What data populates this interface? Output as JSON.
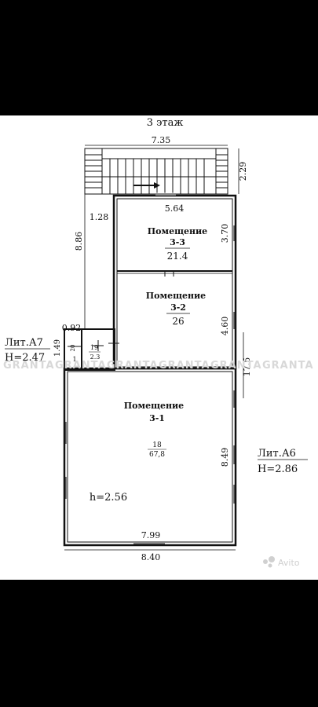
{
  "floor_title": "3 этаж",
  "rooms": [
    {
      "title": "Помещение",
      "number": "3-3",
      "area": "21.4"
    },
    {
      "title": "Помещение",
      "number": "3-2",
      "area": "26"
    },
    {
      "title": "Помещение",
      "number": "3-1",
      "index": "18",
      "area": "67,8"
    }
  ],
  "small_rooms": [
    {
      "index": "20",
      "area": "1"
    },
    {
      "index": "19",
      "area": "2.3"
    }
  ],
  "dimensions": {
    "top_width": "7.35",
    "stair_height": "2.29",
    "room33_width": "5.64",
    "room33_height": "3.70",
    "left_offset": "1.28",
    "left_height": "8.86",
    "small_width": "0.92",
    "small_height": "1.49",
    "room32_height": "4.60",
    "right_total": "17.5",
    "room31_height": "8.49",
    "inner_width": "7.99",
    "outer_width": "8.40"
  },
  "litera_a7": {
    "name": "Лит.А7",
    "height": "H=2.47"
  },
  "litera_a6": {
    "name": "Лит.А6",
    "height": "H=2.86"
  },
  "room_ceiling": "h=2.56",
  "watermark": "GRANTA",
  "avito_label": "Avito",
  "colors": {
    "background": "#000000",
    "paper": "#ffffff",
    "ink": "#111111",
    "watermark": "#d8d8d8"
  }
}
